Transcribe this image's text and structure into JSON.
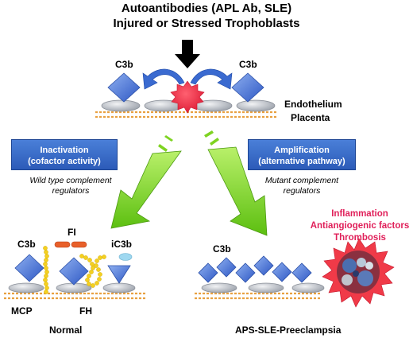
{
  "title": {
    "line1": "Autoantibodies (APL Ab, SLE)",
    "line2": "Injured or Stressed Trophoblasts"
  },
  "top": {
    "c3b_left": "C3b",
    "c3b_right": "C3b",
    "endothelium": "Endothelium",
    "placenta": "Placenta"
  },
  "left_box": {
    "line1": "Inactivation",
    "line2": "(cofactor activity)",
    "caption_line1": "Wild type complement",
    "caption_line2": "regulators"
  },
  "right_box": {
    "line1": "Amplification",
    "line2": "(alternative pathway)",
    "caption_line1": "Mutant complement",
    "caption_line2": "regulators"
  },
  "normal": {
    "c3b": "C3b",
    "fi": "FI",
    "ic3b": "iC3b",
    "mcp": "MCP",
    "fh": "FH",
    "label": "Normal"
  },
  "aps": {
    "c3b": "C3b",
    "effects": [
      "Inflammation",
      "Antiangiogenic factors",
      "Thrombosis"
    ],
    "label": "APS-SLE-Preeclampsia"
  },
  "colors": {
    "diamond": "#4a72d6",
    "ellipse": "#b8bcc4",
    "membrane": "#e8a040",
    "green_arrow": "#7ed321",
    "box_blue": "#3566c8",
    "effect_red": "#e0205a",
    "starburst": "#e8283c"
  }
}
